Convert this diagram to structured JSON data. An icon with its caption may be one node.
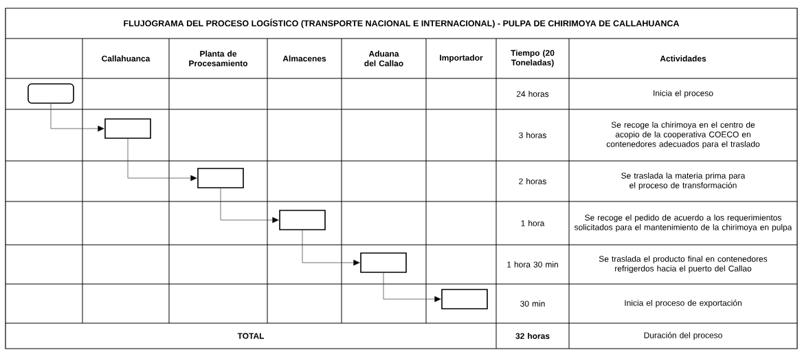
{
  "diagram": {
    "title": "FLUJOGRAMA DEL PROCESO LOGÍSTICO (TRANSPORTE NACIONAL E INTERNACIONAL) - PULPA DE CHIRIMOYA DE CALLAHUANCA",
    "nodes": [
      {
        "text": [],
        "shape": "box"
      },
      {
        "text": [],
        "shape": "box"
      },
      {
        "text": [],
        "shape": "box"
      },
      {
        "text": [],
        "shape": "box"
      },
      {
        "text": [],
        "shape": "box"
      },
      {
        "text": [],
        "shape": "box"
      }
    ],
    "edges": [
      {
        "from": 0,
        "to": 1,
        "arrow": "to"
      },
      {
        "from": 1,
        "to": 2,
        "arrow": "to"
      },
      {
        "from": 2,
        "to": 3,
        "arrow": "to"
      },
      {
        "from": 3,
        "to": 4,
        "arrow": "to"
      },
      {
        "from": 4,
        "to": 5,
        "arrow": "to"
      }
    ],
    "labels": [
      "Callahuanca",
      "Planta de Procesamiento",
      "Almacenes",
      "Aduana del Callao",
      "Importador",
      "Tiempo (20 Toneladas)",
      "Actividades",
      "24 horas",
      "Inicia el proceso",
      "3 horas",
      "Se recoge la chirimoya en el centro de acopio de la cooperativa COECO en contenedores adecuados para el traslado",
      "2 horas",
      "Se traslada la materia prima para el proceso de transformación",
      "1 hora",
      "Se recoge el pedido de acuerdo a los requerimientos solicitados para el mantenimiento de la chirimoya en pulpa",
      "1 hora 30 min",
      "Se traslada el producto final en contenedores refrigerdos hacia el puerto del Callao",
      "30 min",
      "Inicia el proceso de exportación",
      "TOTAL",
      "32 horas",
      "Duración del proceso"
    ]
  }
}
